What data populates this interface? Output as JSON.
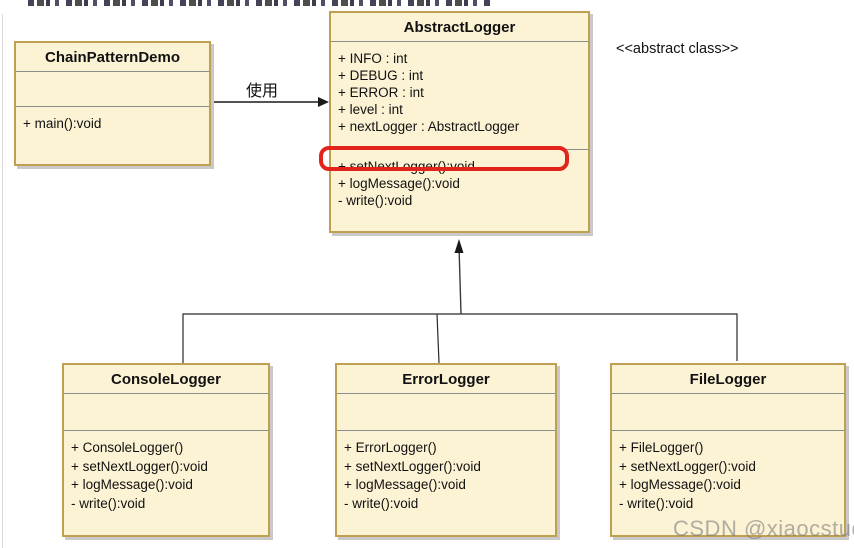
{
  "page": {
    "watermark": "CSDN @xiaocstudy"
  },
  "labels": {
    "stereotype": "<<abstract class>>",
    "usage": "使用"
  },
  "classes": {
    "chain_pattern_demo": {
      "title": "ChainPatternDemo",
      "attributes": [],
      "methods": [
        "+ main():void"
      ]
    },
    "abstract_logger": {
      "title": "AbstractLogger",
      "attributes": [
        "+ INFO : int",
        "+ DEBUG : int",
        "+ ERROR : int",
        "+ level : int",
        "+ nextLogger : AbstractLogger"
      ],
      "highlighted_attribute": "+ nextLogger : AbstractLogger",
      "methods": [
        "+ setNextLogger():void",
        "+ logMessage():void",
        "- write():void"
      ]
    },
    "console_logger": {
      "title": "ConsoleLogger",
      "attributes": [],
      "methods": [
        "+ ConsoleLogger()",
        "+ setNextLogger():void",
        "+ logMessage():void",
        "- write():void"
      ]
    },
    "error_logger": {
      "title": "ErrorLogger",
      "attributes": [],
      "methods": [
        "+ ErrorLogger()",
        "+ setNextLogger():void",
        "+ logMessage():void",
        "- write():void"
      ]
    },
    "file_logger": {
      "title": "FileLogger",
      "attributes": [],
      "methods": [
        "+ FileLogger()",
        "+ setNextLogger():void",
        "+ logMessage():void",
        "- write():void"
      ]
    }
  },
  "relations": {
    "usage_arrow": {
      "from": "ChainPatternDemo",
      "to": "AbstractLogger"
    },
    "generalization": {
      "parent": "AbstractLogger",
      "children": [
        "ConsoleLogger",
        "ErrorLogger",
        "FileLogger"
      ]
    }
  },
  "colors": {
    "box_fill": "#FCF2D4",
    "box_border": "#BFA052",
    "compartment_separator": "#8C8C8C",
    "shadow": "#C9C9C9",
    "highlight_red": "#E3241D",
    "line_black": "#1A1A1A",
    "watermark_gray": "#9C9C9C"
  }
}
